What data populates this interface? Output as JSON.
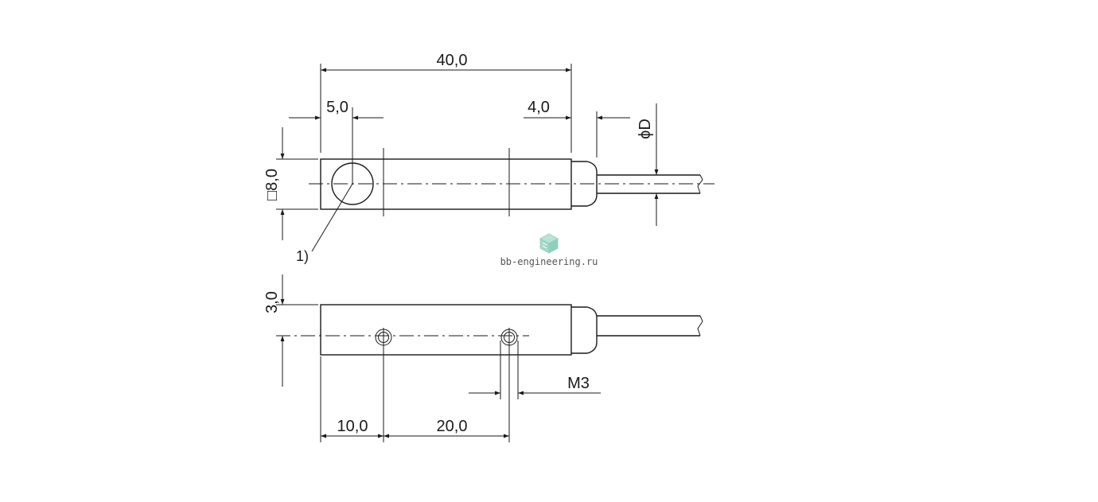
{
  "dimensions": {
    "overall_length": "40,0",
    "face_to_axis": "5,0",
    "cable_offset": "4,0",
    "cable_diameter": "ϕD",
    "square_section": "□8,0",
    "note_ref": "1)",
    "top_offset": "3,0",
    "first_hole": "10,0",
    "hole_spacing": "20,0",
    "thread": "M3"
  },
  "watermark": {
    "text": "bb-engineering.ru",
    "icon": "cube-logo-icon",
    "color": "#8fcfbd"
  }
}
